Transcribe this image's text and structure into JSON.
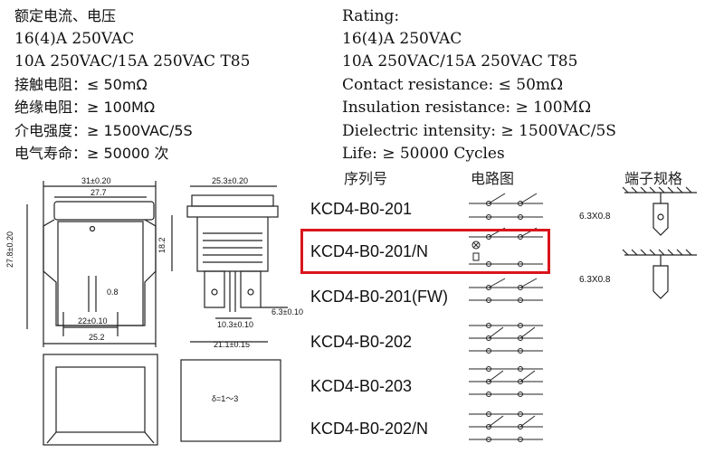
{
  "specs_cn": {
    "rating_label": "额定电流、电压",
    "rating_1": "16(4)A 250VAC",
    "rating_2": "10A 250VAC/15A 250VAC T85",
    "contact_resistance": "接触电阻：≤ 50mΩ",
    "insulation_resistance": "绝缘电阻：≥ 100MΩ",
    "dielectric_intensity": "介电强度：≥ 1500VAC/5S",
    "life": "电气寿命：≥ 50000 次"
  },
  "specs_en": {
    "rating_label": "Rating:",
    "rating_1": "16(4)A 250VAC",
    "rating_2": "10A 250VAC/15A 250VAC T85",
    "contact_resistance": "Contact resistance: ≤ 50mΩ",
    "insulation_resistance": "Insulation resistance: ≥ 100MΩ",
    "dielectric_intensity": "Dielectric intensity: ≥ 1500VAC/5S",
    "life": "Life: ≥ 50000 Cycles"
  },
  "table_headers": {
    "serial": "序列号",
    "circuit": "电路图",
    "terminal": "端子规格"
  },
  "models": [
    "KCD4-B0-201",
    "KCD4-B0-201/N",
    "KCD4-B0-201(FW)",
    "KCD4-B0-202",
    "KCD4-B0-203",
    "KCD4-B0-202/N"
  ],
  "highlighted_model": "KCD4-B0-201/N",
  "highlight_color": "#d9151c",
  "terminals": [
    "6.3X0.8",
    "6.3X0.8"
  ],
  "dimensions": {
    "front_width_outer": "31±0.20",
    "front_width_inner": "27.7",
    "front_height": "27.8±0.20",
    "front_pin_gap": "0.8",
    "front_pin_spacing": "22±0.10",
    "front_base_width": "25.2",
    "side_width": "25.3±0.20",
    "side_height": "18.2",
    "side_terminal_width": "6.3±0.10",
    "side_terminal_spacing": "10.3±0.10",
    "side_base_width": "21.1±0.15",
    "thickness_range": "δ=1～3"
  }
}
